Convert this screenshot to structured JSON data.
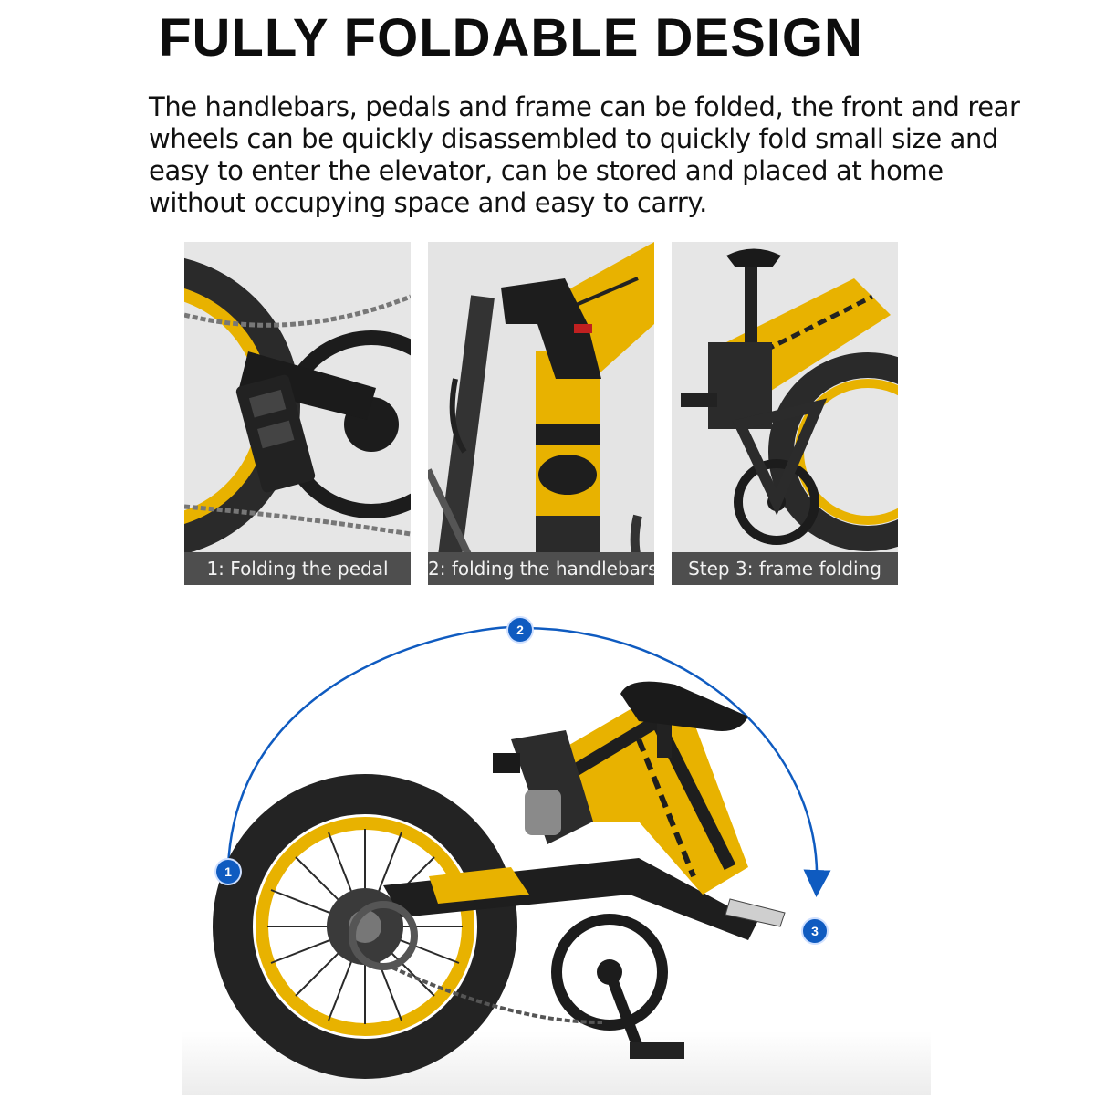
{
  "header": {
    "title": "FULLY FOLDABLE DESIGN",
    "description": "The handlebars, pedals and frame can be folded, the front and rear wheels can be quickly disassembled to quickly fold small size and easy to enter the elevator, can be stored and placed at home without occupying space and easy to carry."
  },
  "steps": [
    {
      "caption": "1: Folding the pedal",
      "icon": "pedal-photo"
    },
    {
      "caption": "2: folding the handlebars",
      "icon": "handlebar-stem-photo"
    },
    {
      "caption": "Step 3: frame folding",
      "icon": "folded-bike-photo"
    }
  ],
  "fold_diagram": {
    "markers": [
      "1",
      "2",
      "3"
    ],
    "icon": "folded-ebike-photo",
    "arrow_color": "#0f5bc0"
  },
  "colors": {
    "accent_yellow": "#f2b705",
    "frame_black": "#1e1e1e",
    "caption_bg": "#4e4e4e"
  }
}
